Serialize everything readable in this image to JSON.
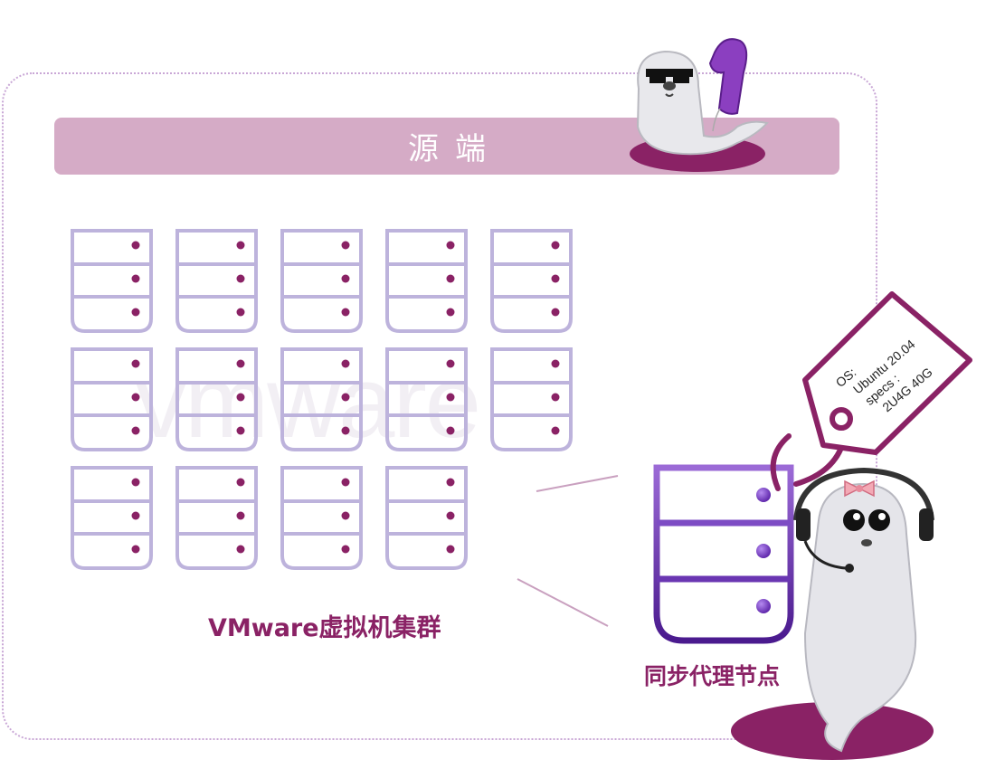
{
  "banner": {
    "title": "源端"
  },
  "watermark": "vmware",
  "cluster": {
    "label": "VMware虚拟机集群",
    "rows": [
      5,
      5,
      4
    ]
  },
  "sync_node": {
    "label": "同步代理节点",
    "tag": {
      "os_label": "OS:",
      "os_value": "Ubuntu 20.04",
      "specs_label": "specs :",
      "specs_value": "2U4G 40G"
    }
  },
  "colors": {
    "accent": "#8a2265",
    "banner": "#d5abc6",
    "server_outline": "#bdb3dc",
    "node_gradient_top": "#9b6ad6",
    "node_gradient_bottom": "#4a1a8e"
  },
  "icons": [
    "server-icon",
    "seal-mascot-sunglasses",
    "seal-mascot-headphones",
    "number-one-balloon",
    "tag-icon"
  ]
}
